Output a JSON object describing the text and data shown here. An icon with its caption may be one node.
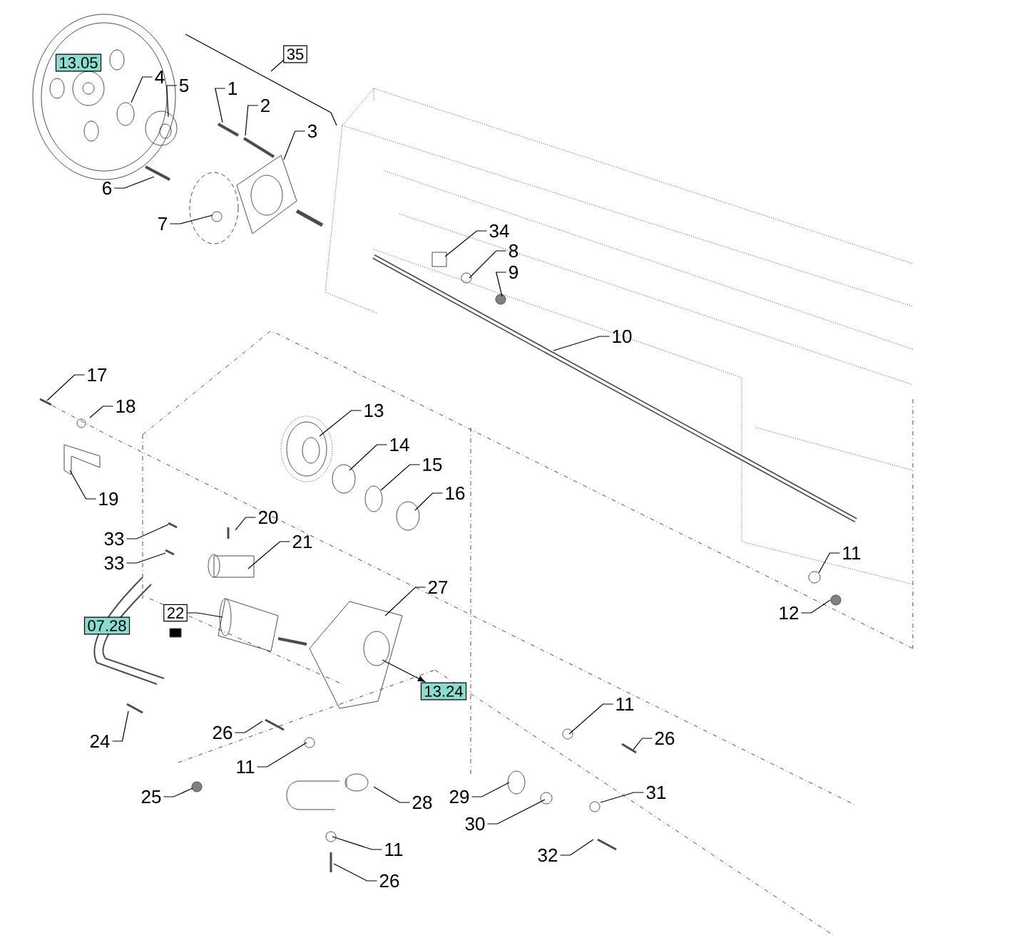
{
  "diagram": {
    "nodes": [
      {
        "text": [
          "13.05"
        ]
      },
      {
        "text": [
          "35"
        ]
      },
      {
        "text": [
          "4"
        ]
      },
      {
        "text": [
          "5"
        ]
      },
      {
        "text": [
          "1"
        ]
      },
      {
        "text": [
          "2"
        ]
      },
      {
        "text": [
          "3"
        ]
      },
      {
        "text": [
          "6"
        ]
      },
      {
        "text": [
          "7"
        ]
      },
      {
        "text": [
          "34"
        ]
      },
      {
        "text": [
          "8"
        ]
      },
      {
        "text": [
          "9"
        ]
      },
      {
        "text": [
          "10"
        ]
      },
      {
        "text": [
          "17"
        ]
      },
      {
        "text": [
          "18"
        ]
      },
      {
        "text": [
          "13"
        ]
      },
      {
        "text": [
          "19"
        ]
      },
      {
        "text": [
          "14"
        ]
      },
      {
        "text": [
          "15"
        ]
      },
      {
        "text": [
          "16"
        ]
      },
      {
        "text": [
          "20"
        ]
      },
      {
        "text": [
          "33"
        ]
      },
      {
        "text": [
          "21"
        ]
      },
      {
        "text": [
          "33"
        ]
      },
      {
        "text": [
          "11"
        ]
      },
      {
        "text": [
          "27"
        ]
      },
      {
        "text": [
          "22"
        ]
      },
      {
        "text": [
          "07.28"
        ]
      },
      {
        "text": [
          "12"
        ]
      },
      {
        "text": [
          "13.24"
        ]
      },
      {
        "text": [
          "11"
        ]
      },
      {
        "text": [
          "24"
        ]
      },
      {
        "text": [
          "26"
        ]
      },
      {
        "text": [
          "26"
        ]
      },
      {
        "text": [
          "11"
        ]
      },
      {
        "text": [
          "31"
        ]
      },
      {
        "text": [
          "25"
        ]
      },
      {
        "text": [
          "29"
        ]
      },
      {
        "text": [
          "28"
        ]
      },
      {
        "text": [
          "30"
        ]
      },
      {
        "text": [
          "32"
        ]
      },
      {
        "text": [
          "11"
        ]
      },
      {
        "text": [
          "26"
        ]
      }
    ],
    "edges": [
      {
        "from": 2,
        "to": null,
        "arrow": "none"
      },
      {
        "from": 3,
        "to": null,
        "arrow": "none"
      },
      {
        "from": 4,
        "to": null,
        "arrow": "none"
      },
      {
        "from": 5,
        "to": null,
        "arrow": "none"
      },
      {
        "from": 6,
        "to": null,
        "arrow": "none"
      },
      {
        "from": 7,
        "to": null,
        "arrow": "none"
      },
      {
        "from": 8,
        "to": null,
        "arrow": "none"
      },
      {
        "from": 9,
        "to": null,
        "arrow": "none"
      },
      {
        "from": 10,
        "to": null,
        "arrow": "none"
      },
      {
        "from": 11,
        "to": null,
        "arrow": "none"
      },
      {
        "from": 12,
        "to": null,
        "arrow": "none"
      },
      {
        "from": 13,
        "to": null,
        "arrow": "none"
      },
      {
        "from": 14,
        "to": null,
        "arrow": "none"
      },
      {
        "from": 15,
        "to": null,
        "arrow": "none"
      },
      {
        "from": 16,
        "to": null,
        "arrow": "none"
      },
      {
        "from": 17,
        "to": null,
        "arrow": "none"
      },
      {
        "from": 18,
        "to": null,
        "arrow": "none"
      },
      {
        "from": 19,
        "to": null,
        "arrow": "none"
      },
      {
        "from": 20,
        "to": null,
        "arrow": "none"
      },
      {
        "from": 21,
        "to": null,
        "arrow": "none"
      },
      {
        "from": 22,
        "to": null,
        "arrow": "none"
      },
      {
        "from": 23,
        "to": null,
        "arrow": "none"
      },
      {
        "from": 24,
        "to": null,
        "arrow": "none"
      },
      {
        "from": 25,
        "to": null,
        "arrow": "none"
      },
      {
        "from": 26,
        "to": null,
        "arrow": "none"
      },
      {
        "from": 28,
        "to": null,
        "arrow": "none"
      },
      {
        "from": null,
        "to": 29,
        "arrow": "to"
      },
      {
        "from": 30,
        "to": null,
        "arrow": "none"
      },
      {
        "from": 31,
        "to": null,
        "arrow": "none"
      },
      {
        "from": 32,
        "to": null,
        "arrow": "none"
      },
      {
        "from": 33,
        "to": null,
        "arrow": "none"
      },
      {
        "from": 34,
        "to": null,
        "arrow": "none"
      },
      {
        "from": 35,
        "to": null,
        "arrow": "none"
      },
      {
        "from": 36,
        "to": null,
        "arrow": "none"
      },
      {
        "from": 37,
        "to": null,
        "arrow": "none"
      },
      {
        "from": 38,
        "to": null,
        "arrow": "none"
      },
      {
        "from": 39,
        "to": null,
        "arrow": "none"
      },
      {
        "from": 40,
        "to": null,
        "arrow": "none"
      },
      {
        "from": 41,
        "to": null,
        "arrow": "none"
      },
      {
        "from": 42,
        "to": null,
        "arrow": "none"
      }
    ]
  }
}
